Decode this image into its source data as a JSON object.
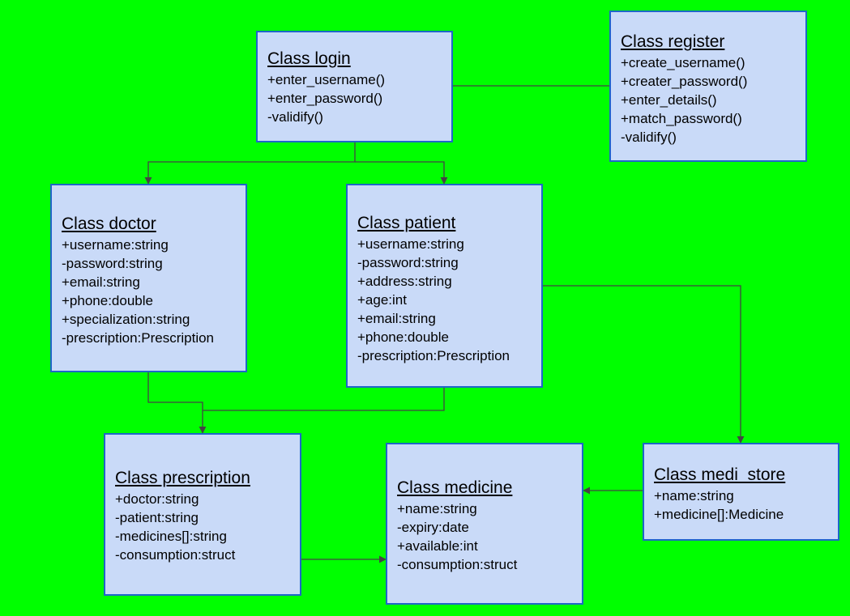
{
  "colors": {
    "background": "#00ff00",
    "box_fill": "#c9daf8",
    "box_border": "#1f66c8",
    "connector": "#444444"
  },
  "classes": {
    "login": {
      "title": "Class login",
      "members": [
        "+enter_username()",
        "+enter_password()",
        "-validify()"
      ]
    },
    "register": {
      "title": "Class register",
      "members": [
        "+create_username()",
        "+creater_password()",
        "+enter_details()",
        "+match_password()",
        "-validify()"
      ]
    },
    "doctor": {
      "title": "Class doctor",
      "members": [
        "+username:string",
        "-password:string",
        "+email:string",
        "+phone:double",
        "+specialization:string",
        "-prescription:Prescription"
      ]
    },
    "patient": {
      "title": "Class patient",
      "members": [
        "+username:string",
        "-password:string",
        "+address:string",
        "+age:int",
        "+email:string",
        "+phone:double",
        "-prescription:Prescription"
      ]
    },
    "prescription": {
      "title": "Class prescription",
      "members": [
        "+doctor:string",
        "-patient:string",
        "-medicines[]:string",
        "-consumption:struct"
      ]
    },
    "medicine": {
      "title": "Class medicine",
      "members": [
        "+name:string",
        "-expiry:date",
        "+available:int",
        "-consumption:struct"
      ]
    },
    "medistore": {
      "title": "Class medi_store",
      "members": [
        "+name:string",
        "+medicine[]:Medicine"
      ]
    }
  }
}
